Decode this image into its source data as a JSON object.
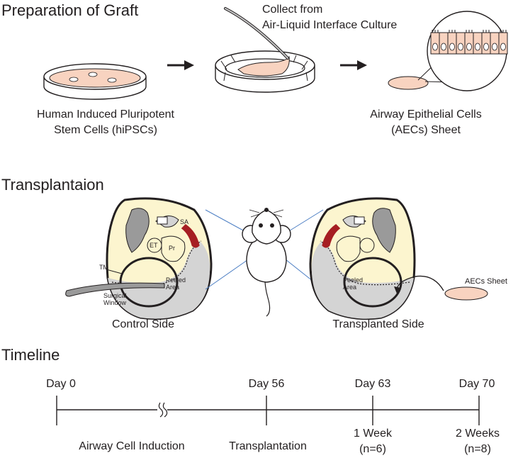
{
  "sections": {
    "preparation": "Preparation of Graft",
    "transplantation": "Transplantaion",
    "timeline": "Timeline"
  },
  "preparation": {
    "collect_line1": "Collect from",
    "collect_line2": "Air-Liquid Interface Culture",
    "hipsc_line1": "Human Induced Pluripotent",
    "hipsc_line2": "Stem Cells (hiPSCs)",
    "aec_line1": "Airway Epithelial Cells",
    "aec_line2": "(AECs) Sheet"
  },
  "transplantation": {
    "control": {
      "sa": "SA",
      "et": "ET",
      "pr": "Pr",
      "tm": "TM",
      "peeled_line1": "Peeled",
      "peeled_line2": "Area",
      "surgical_line1": "Surgical",
      "surgical_line2": "Window",
      "caption": "Control Side"
    },
    "transplanted": {
      "peeled_line1": "Peeled",
      "peeled_line2": "Area",
      "aecs_sheet": "AECs Sheet",
      "caption": "Transplanted Side"
    }
  },
  "timeline": {
    "days": [
      "Day 0",
      "Day 56",
      "Day 63",
      "Day 70"
    ],
    "induction": "Airway Cell Induction",
    "transplantation": "Transplantation",
    "week1_line1": "1 Week",
    "week1_line2": "(n=6)",
    "week2_line1": "2 Weeks",
    "week2_line2": "(n=8)"
  },
  "colors": {
    "cream": "#fcf5cf",
    "pink": "#f8d3c0",
    "red": "#a61e22",
    "gray": "#9a9a9a",
    "light_gray": "#d4d4d4",
    "line": "#231f20",
    "blue": "#4d7fc4"
  }
}
